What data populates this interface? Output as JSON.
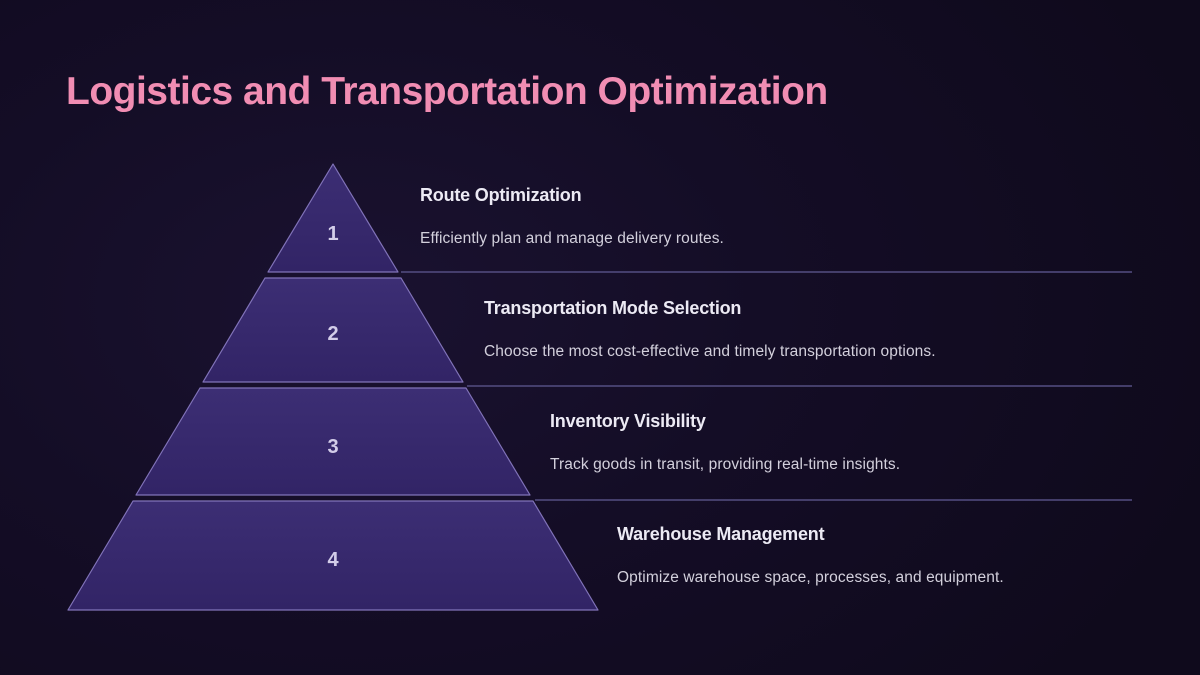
{
  "slide_title": "Logistics and Transportation Optimization",
  "pyramid": {
    "levels": [
      {
        "number": "1",
        "title": "Route Optimization",
        "description": "Efficiently plan and manage delivery routes."
      },
      {
        "number": "2",
        "title": "Transportation Mode Selection",
        "description": "Choose the most cost-effective and timely transportation options."
      },
      {
        "number": "3",
        "title": "Inventory Visibility",
        "description": "Track goods in transit, providing real-time insights."
      },
      {
        "number": "4",
        "title": "Warehouse Management",
        "description": "Optimize warehouse space, processes, and equipment."
      }
    ]
  },
  "colors": {
    "background": "#140d26",
    "slide_title": "#f18db3",
    "pyramid_fill": "#37296c",
    "pyramid_edge": "#8173b9",
    "separator_line": "#544e82",
    "level_number": "#d3cde9",
    "section_title": "#eceaf4",
    "section_description": "#d3d0dc"
  }
}
